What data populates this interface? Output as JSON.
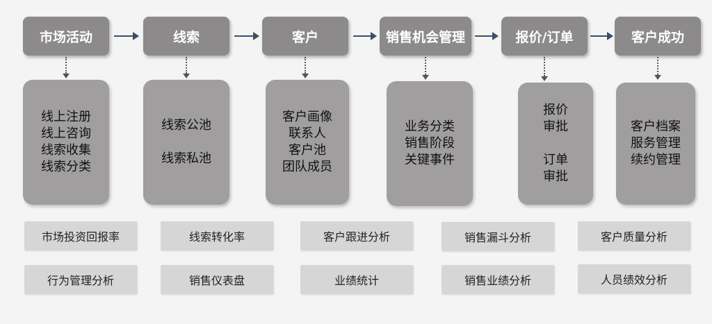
{
  "stages": [
    {
      "label": "市场活动",
      "details": [
        "线上注册",
        "线上咨询",
        "线索收集",
        "线索分类"
      ]
    },
    {
      "label": "线索",
      "details": [
        "线索公池",
        "",
        "线索私池"
      ]
    },
    {
      "label": "客户",
      "details": [
        "客户画像",
        "联系人",
        "客户池",
        "团队成员"
      ]
    },
    {
      "label": "销售机会管理",
      "details": [
        "业务分类",
        "销售阶段",
        "关键事件"
      ]
    },
    {
      "label": "报价/订单",
      "details": [
        "报价",
        "审批",
        "",
        "订单",
        "审批"
      ]
    },
    {
      "label": "客户成功",
      "details": [
        "客户档案",
        "服务管理",
        "续约管理"
      ]
    }
  ],
  "metrics_row1": [
    "市场投资回报率",
    "线索转化率",
    "客户跟进分析",
    "销售漏斗分析",
    "客户质量分析"
  ],
  "metrics_row2": [
    "行为管理分析",
    "销售仪表盘",
    "业绩统计",
    "销售业绩分析",
    "人员绩效分析"
  ],
  "colors": {
    "background": "#f4f4f4",
    "stage": "#8c8a8b",
    "detail": "#a09e9f",
    "metric": "#d6d6d6",
    "arrow": "#3b4f66"
  }
}
